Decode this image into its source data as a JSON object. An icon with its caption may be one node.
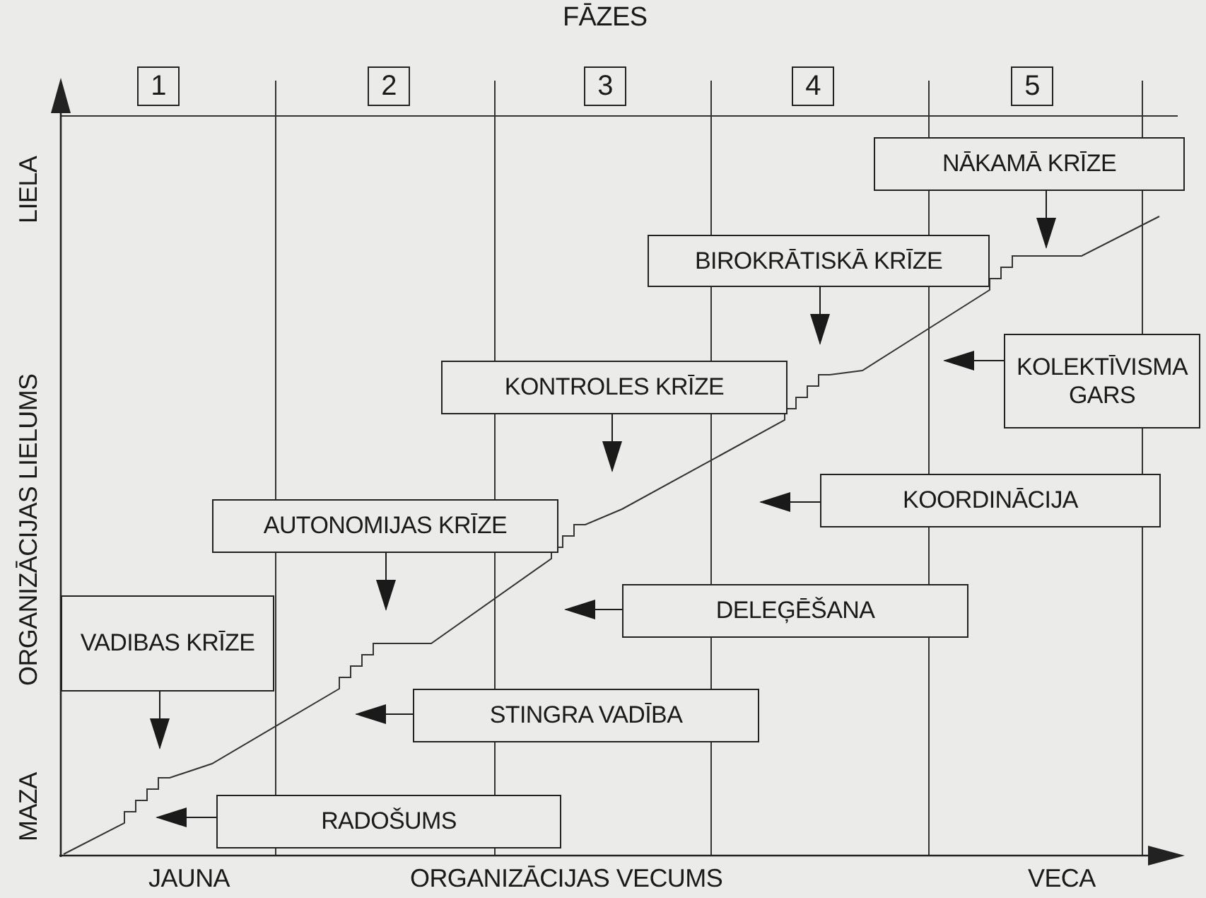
{
  "diagram": {
    "title": "FĀZES",
    "nodes": [
      {
        "text": [
          "1"
        ]
      },
      {
        "text": [
          "2"
        ]
      },
      {
        "text": [
          "3"
        ]
      },
      {
        "text": [
          "4"
        ]
      },
      {
        "text": [
          "5"
        ]
      },
      {
        "text": [
          "NĀKAMĀ KRĪZE"
        ]
      },
      {
        "text": [
          "BIROKRĀTISKĀ KRĪZE"
        ]
      },
      {
        "text": [
          "KOLEKTĪVISMA GARS"
        ]
      },
      {
        "text": [
          "KONTROLES KRĪZE"
        ]
      },
      {
        "text": [
          "KOORDINĀCIJA"
        ]
      },
      {
        "text": [
          "AUTONOMIJAS KRĪZE"
        ]
      },
      {
        "text": [
          "DELEĢĒŠANA"
        ]
      },
      {
        "text": [
          "VADIBAS KRĪZE"
        ]
      },
      {
        "text": [
          "STINGRA VADĪBA"
        ]
      },
      {
        "text": [
          "RADOŠUMS"
        ]
      }
    ],
    "edges": [
      {
        "from": 5,
        "to": null,
        "arrow": "to"
      },
      {
        "from": 6,
        "to": null,
        "arrow": "to"
      },
      {
        "from": 7,
        "to": null,
        "arrow": "to"
      },
      {
        "from": 8,
        "to": null,
        "arrow": "to"
      },
      {
        "from": 9,
        "to": null,
        "arrow": "to"
      },
      {
        "from": 10,
        "to": null,
        "arrow": "to"
      },
      {
        "from": 11,
        "to": null,
        "arrow": "to"
      },
      {
        "from": 12,
        "to": null,
        "arrow": "to"
      },
      {
        "from": 13,
        "to": null,
        "arrow": "to"
      },
      {
        "from": 14,
        "to": null,
        "arrow": "to"
      }
    ],
    "labels": [
      "LIELA",
      "ORGANIZĀCIJAS LIELUMS",
      "MAZA",
      "JAUNA",
      "ORGANIZĀCIJAS VECUMS",
      "VECA"
    ]
  }
}
